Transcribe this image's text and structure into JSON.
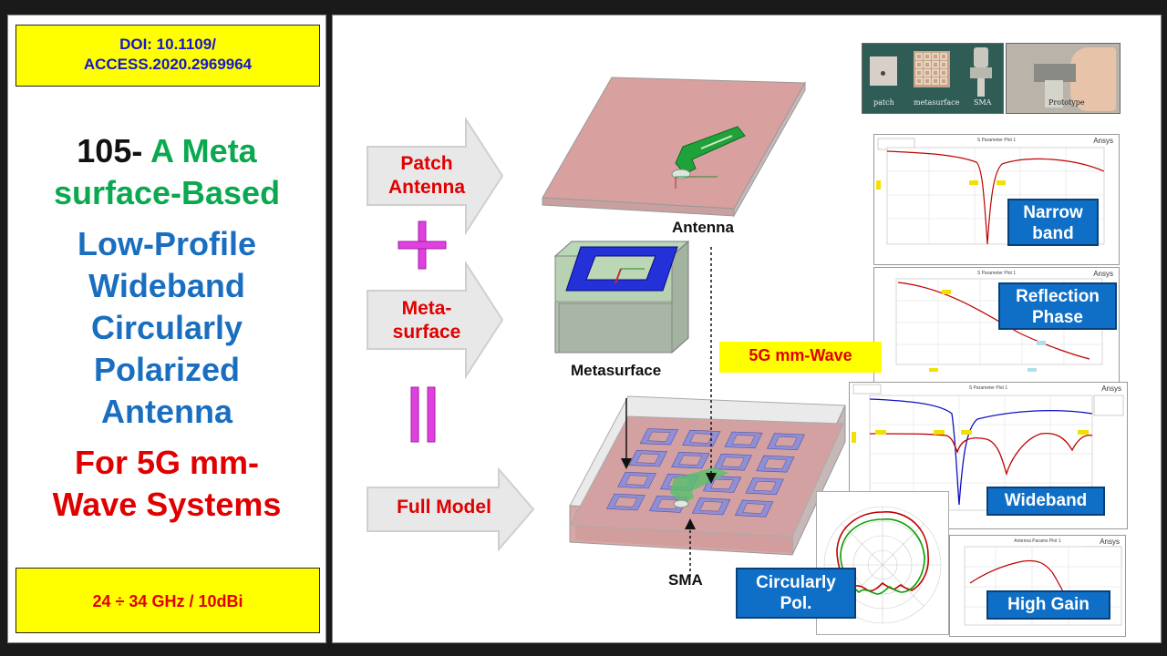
{
  "doi": {
    "line1": "DOI: 10.1109/",
    "line2": "ACCESS.2020.2969964"
  },
  "title": {
    "number": "105-",
    "green1": "A Meta",
    "green2": "surface-Based",
    "blue": [
      "Low-Profile",
      "Wideband",
      "Circularly",
      "Polarized",
      "Antenna"
    ],
    "red": [
      "For 5G mm-",
      "Wave Systems"
    ]
  },
  "spec": "24 ÷ 34 GHz / 10dBi",
  "arrows": {
    "patch": [
      "Patch",
      "Antenna"
    ],
    "meta": [
      "Meta-",
      "surface"
    ],
    "full": "Full Model"
  },
  "labels": {
    "antenna": "Antenna",
    "metasurface": "Metasurface",
    "sma": "SMA"
  },
  "badges": {
    "mmwave": "5G mm-Wave",
    "narrow": [
      "Narrow",
      "band"
    ],
    "reflection": [
      "Reflection",
      "Phase"
    ],
    "wideband": "Wideband",
    "circular": [
      "Circularly",
      "Pol."
    ],
    "gain": "High Gain"
  },
  "photo_labels": [
    "patch",
    "metasurface",
    "SMA",
    "Prototype"
  ],
  "plot_titles": {
    "sparam": "S Parameter Plot 1",
    "gain": "Antenna Params Plot 1",
    "ansys": "Ansys"
  },
  "colors": {
    "green": "#0aa84f",
    "blue": "#1a6ec0",
    "red": "#e00000",
    "badge": "#0f6fc6",
    "symbol": "#e040e0"
  }
}
